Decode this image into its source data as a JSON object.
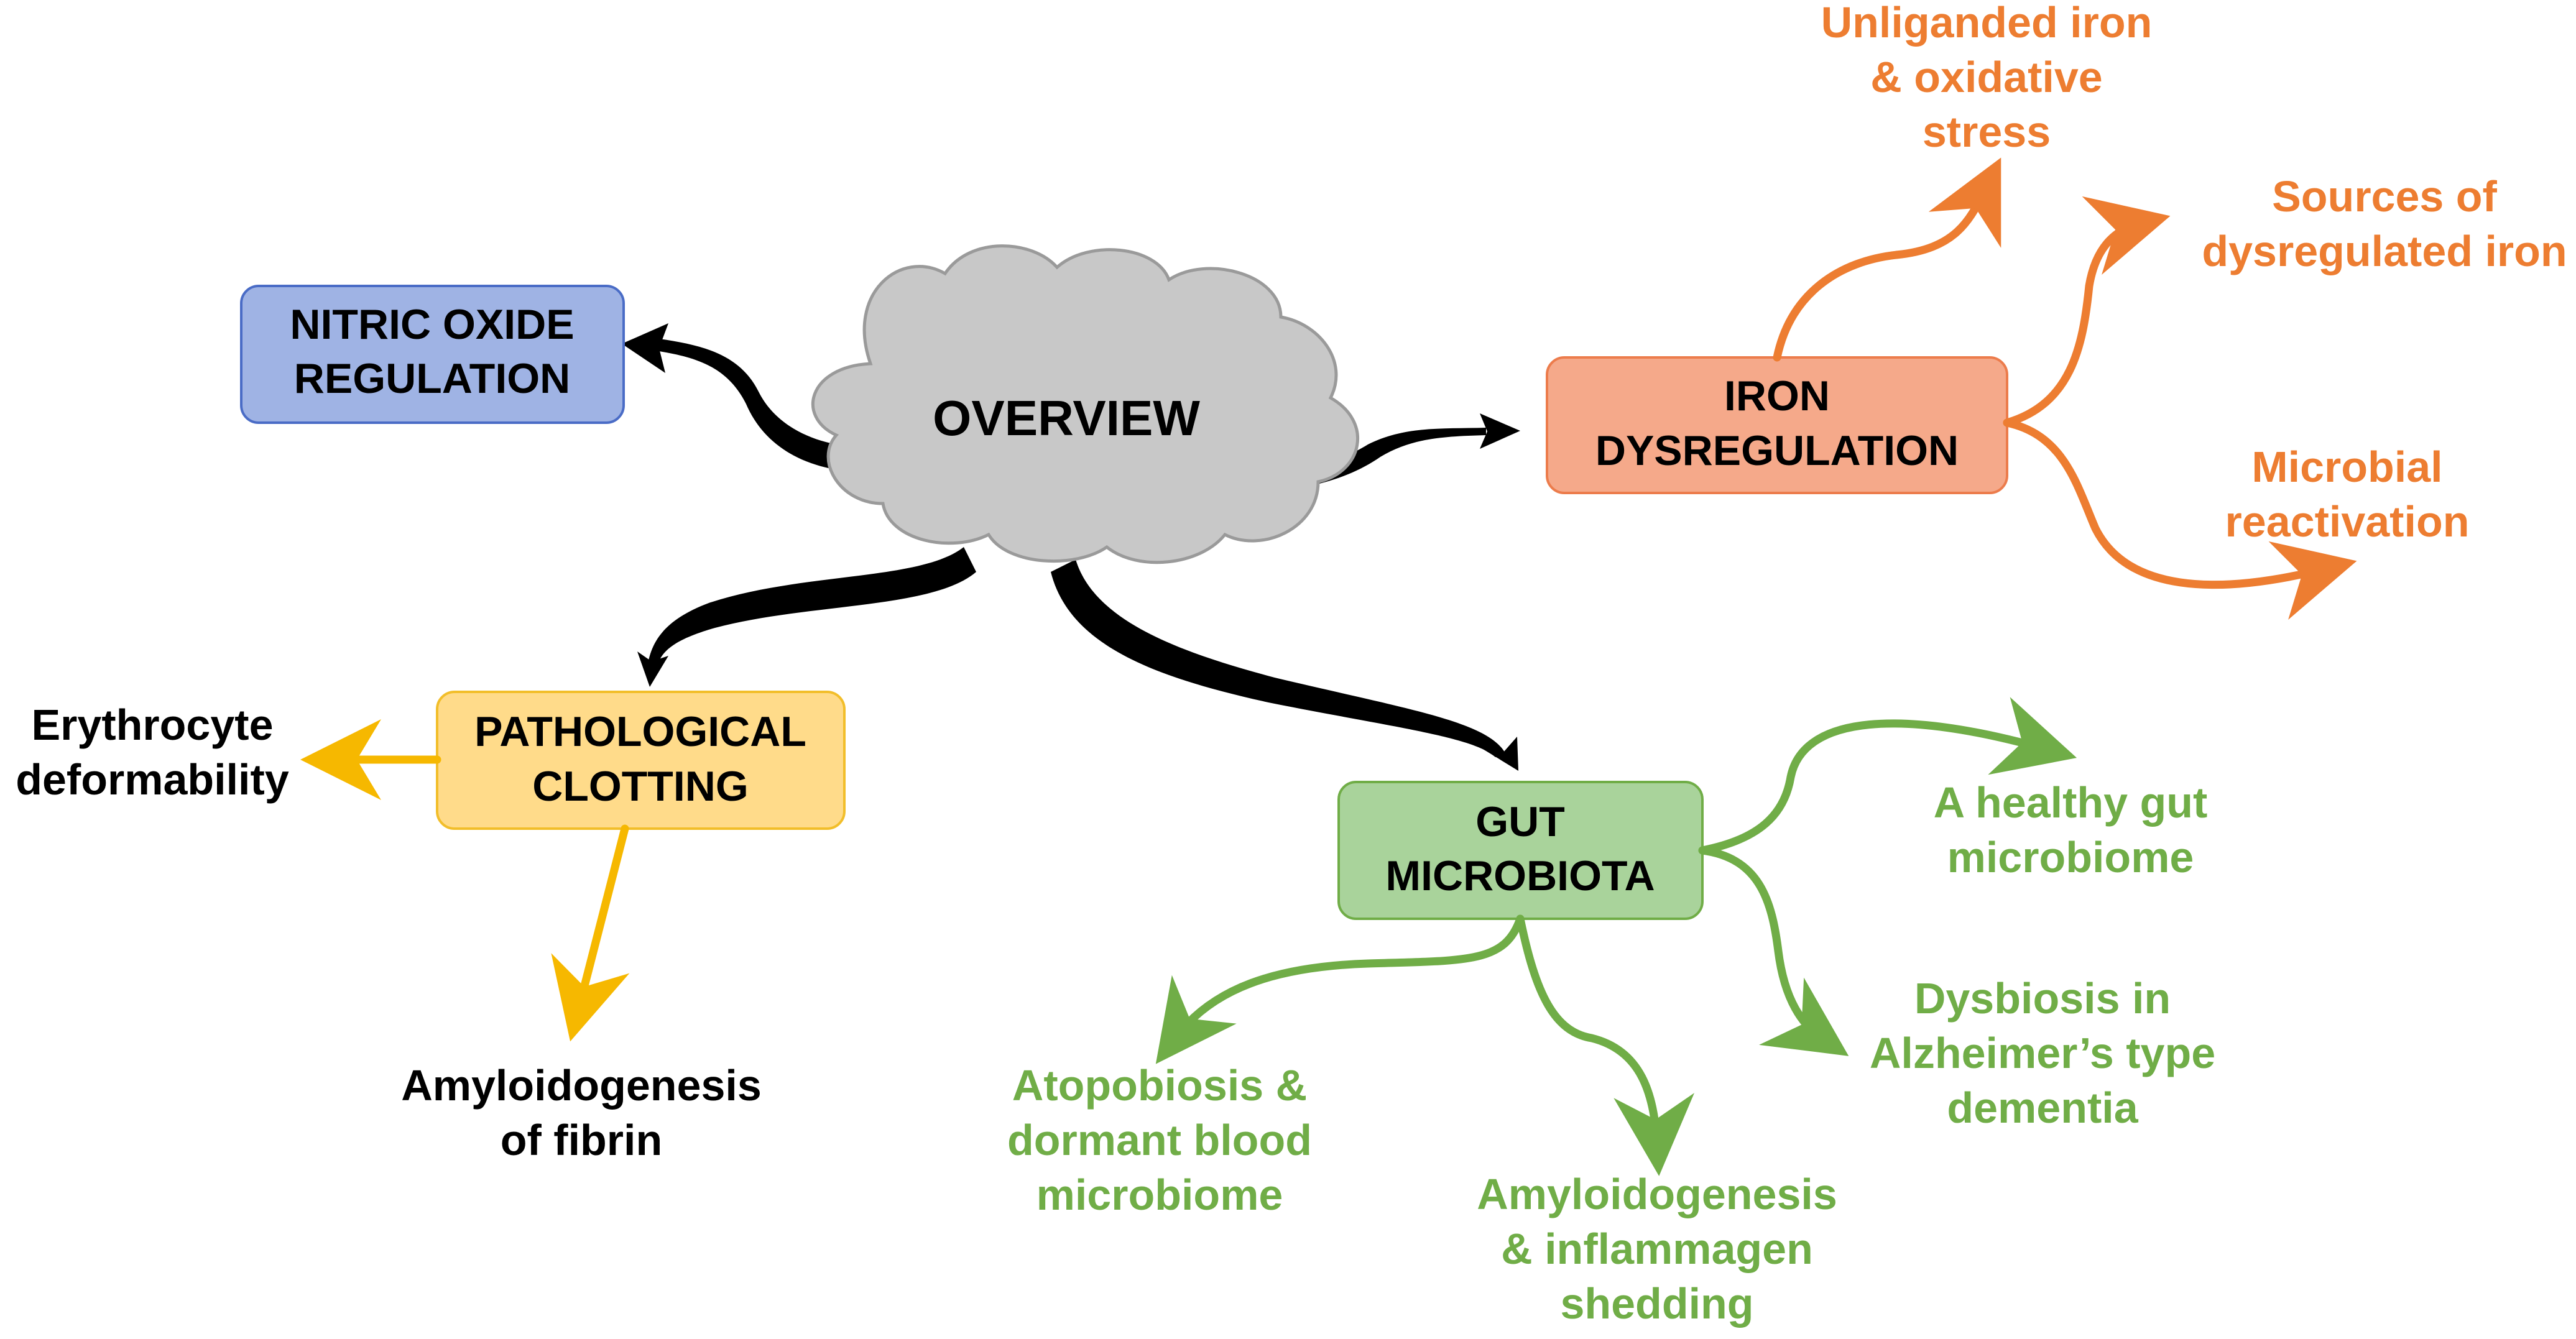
{
  "center": {
    "label": "OVERVIEW"
  },
  "nodes": {
    "nitric": {
      "lines": [
        "NITRIC OXIDE",
        "REGULATION"
      ],
      "fill": "#9FB3E4",
      "stroke": "#4A6CC6"
    },
    "iron": {
      "lines": [
        "IRON",
        "DYSREGULATION"
      ],
      "fill": "#F5A98A",
      "stroke": "#EC7C4C"
    },
    "clotting": {
      "lines": [
        "PATHOLOGICAL",
        "CLOTTING"
      ],
      "fill": "#FFDB8A",
      "stroke": "#F2BE2A"
    },
    "gut": {
      "lines": [
        "GUT",
        "MICROBIOTA"
      ],
      "fill": "#A9D39B",
      "stroke": "#70AD47"
    }
  },
  "iron_branches": [
    {
      "lines": [
        "Unliganded iron",
        "& oxidative",
        "stress"
      ]
    },
    {
      "lines": [
        "Sources of",
        "dysregulated iron"
      ]
    },
    {
      "lines": [
        "Microbial",
        "reactivation"
      ]
    }
  ],
  "clotting_branches": [
    {
      "lines": [
        "Erythrocyte",
        "deformability"
      ]
    },
    {
      "lines": [
        "Amyloidogenesis",
        "of fibrin"
      ]
    }
  ],
  "gut_branches": [
    {
      "lines": [
        "A healthy gut",
        "microbiome"
      ]
    },
    {
      "lines": [
        "Dysbiosis in",
        "Alzheimer’s type",
        "dementia"
      ]
    },
    {
      "lines": [
        "Amyloidogenesis",
        "& inflammagen",
        "shedding"
      ]
    },
    {
      "lines": [
        "Atopobiosis &",
        "dormant blood",
        "microbiome"
      ]
    }
  ],
  "colors": {
    "iron": "#ED7D31",
    "clotting": "#F6B800",
    "gut": "#70AD47",
    "connector": "#000000",
    "cloud_fill": "#C8C8C8",
    "cloud_stroke": "#9A9A9A"
  }
}
